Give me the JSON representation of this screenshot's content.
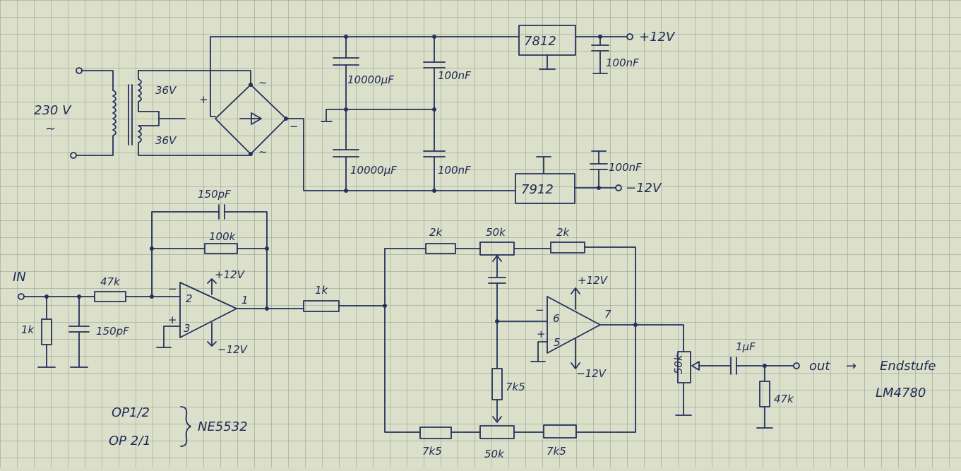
{
  "labels": {
    "mains": "230 V",
    "mains_sym": "~",
    "sec1": "36V",
    "sec2": "36V",
    "plus": "+",
    "minus": "−",
    "ac1": "~",
    "ac2": "~",
    "c_big1": "10000µF",
    "c_big2": "10000µF",
    "c_small1": "100nF",
    "c_small2": "100nF",
    "reg_pos": "7812",
    "reg_neg": "7912",
    "c_out_pos": "100nF",
    "c_out_neg": "100nF",
    "out_pos": "+12V",
    "out_neg": "−12V",
    "in": "IN",
    "r_in_shunt": "1k",
    "c_in": "150pF",
    "r_in": "47k",
    "c_fb": "150pF",
    "r_fb": "100k",
    "op1_pin2": "2",
    "op1_pin3": "3",
    "op1_pin1": "1",
    "op1_minus": "−",
    "op1_plus": "+",
    "op1_vpos": "+12V",
    "op1_vneg": "−12V",
    "r_couple": "1k",
    "r_top_l": "2k",
    "pot_top": "50k",
    "r_top_r": "2k",
    "r_mid": "7k5",
    "r_bot_l": "7k5",
    "pot_bot": "50k",
    "r_bot_r": "7k5",
    "op2_pin6": "6",
    "op2_pin5": "5",
    "op2_pin7": "7",
    "op2_minus": "−",
    "op2_plus": "+",
    "op2_vpos": "+12V",
    "op2_vneg": "−12V",
    "pot_vol": "50k",
    "c_out": "1µF",
    "r_out": "47k",
    "out": "out",
    "arrow": "→",
    "endstufe": "Endstufe",
    "lm": "LM4780",
    "op_a": "OP1/2",
    "op_b": "OP 2/1",
    "ne": "NE5532"
  }
}
